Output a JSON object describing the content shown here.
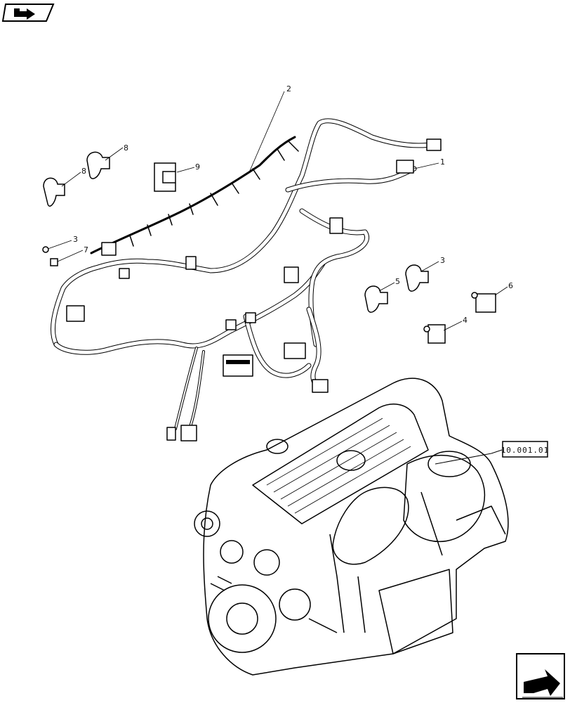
{
  "callouts": {
    "c1": "1",
    "c2": "2",
    "c3a": "3",
    "c3b": "3",
    "c4": "4",
    "c5": "5",
    "c6": "6",
    "c7": "7",
    "c8a": "8",
    "c8b": "8",
    "c9": "9"
  },
  "reference": {
    "label": "10.001.01"
  },
  "icons": {
    "top_left": "previous-page-arrow-icon",
    "bottom_right": "next-page-arrow-icon"
  }
}
